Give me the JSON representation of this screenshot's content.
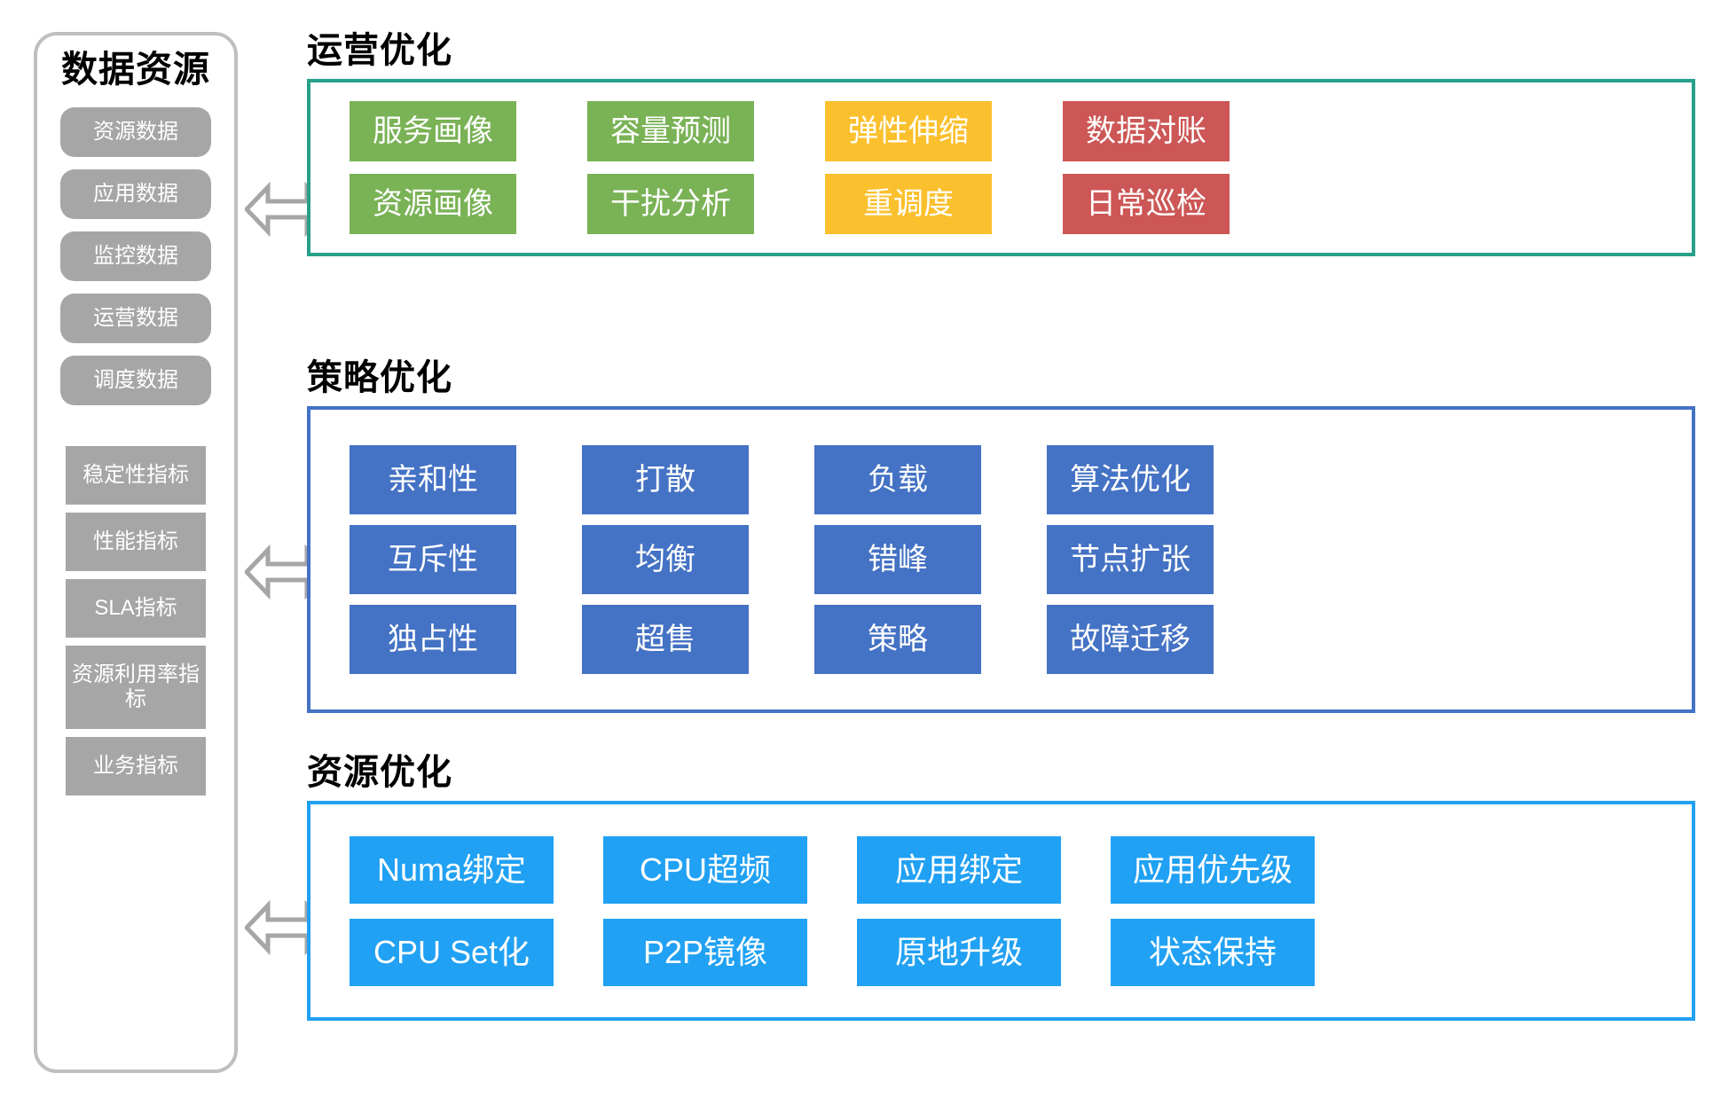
{
  "sidebar": {
    "title": "数据资源",
    "data_items": [
      {
        "label": "资源数据"
      },
      {
        "label": "应用数据"
      },
      {
        "label": "监控数据"
      },
      {
        "label": "运营数据"
      },
      {
        "label": "调度数据"
      }
    ],
    "metric_items": [
      {
        "label": "稳定性指标",
        "tall": false
      },
      {
        "label": "性能指标",
        "tall": false
      },
      {
        "label": "SLA指标",
        "tall": false
      },
      {
        "label": "资源利用率指标",
        "tall": true
      },
      {
        "label": "业务指标",
        "tall": false
      }
    ]
  },
  "connectors": [
    {
      "name": "connector-arrow-operations"
    },
    {
      "name": "connector-arrow-strategy"
    },
    {
      "name": "connector-arrow-resource"
    }
  ],
  "sections": [
    {
      "id": "sec1",
      "title": "运营优化",
      "border_color": "#27a08a",
      "columns": [
        {
          "color": "c-green",
          "items": [
            "服务画像",
            "资源画像"
          ]
        },
        {
          "color": "c-green",
          "items": [
            "容量预测",
            "干扰分析"
          ]
        },
        {
          "color": "c-amber",
          "items": [
            "弹性伸缩",
            "重调度"
          ]
        },
        {
          "color": "c-red",
          "items": [
            "数据对账",
            "日常巡检"
          ]
        }
      ]
    },
    {
      "id": "sec2",
      "title": "策略优化",
      "border_color": "#4472c4",
      "columns": [
        {
          "color": "c-blue",
          "items": [
            "亲和性",
            "互斥性",
            "独占性"
          ]
        },
        {
          "color": "c-blue",
          "items": [
            "打散",
            "均衡",
            "超售"
          ]
        },
        {
          "color": "c-blue",
          "items": [
            "负载",
            "错峰",
            "策略"
          ]
        },
        {
          "color": "c-blue",
          "items": [
            "算法优化",
            "节点扩张",
            "故障迁移"
          ]
        }
      ]
    },
    {
      "id": "sec3",
      "title": "资源优化",
      "border_color": "#21a1f3",
      "columns": [
        {
          "color": "c-lblue",
          "items": [
            "Numa绑定",
            "CPU Set化"
          ]
        },
        {
          "color": "c-lblue",
          "items": [
            "CPU超频",
            "P2P镜像"
          ]
        },
        {
          "color": "c-lblue",
          "items": [
            "应用绑定",
            "原地升级"
          ]
        },
        {
          "color": "c-lblue",
          "items": [
            "应用优先级",
            "状态保持"
          ]
        }
      ]
    }
  ]
}
